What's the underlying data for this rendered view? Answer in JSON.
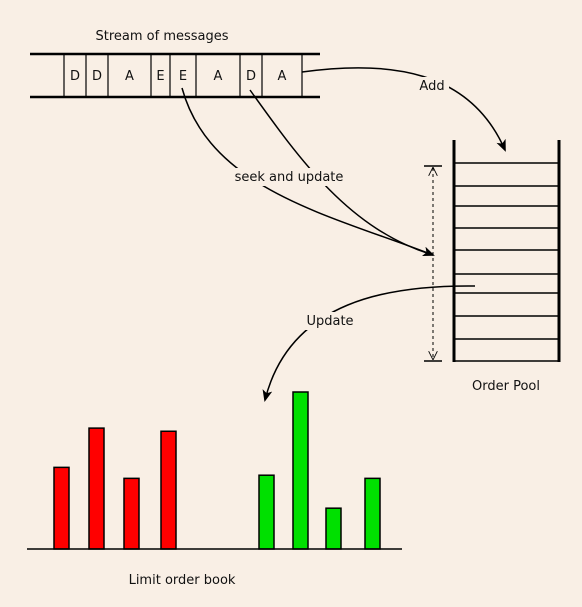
{
  "stream": {
    "title": "Stream of messages",
    "messages": [
      "D",
      "D",
      "A",
      "E",
      "E",
      "A",
      "D",
      "A"
    ]
  },
  "labels": {
    "add": "Add",
    "seek": "seek and update",
    "update": "Update",
    "order_pool": "Order Pool",
    "order_book": "Limit order book"
  },
  "order_book": {
    "bid_color": "#ff0000",
    "ask_color": "#00e000",
    "bids": [
      0.52,
      0.77,
      0.45,
      0.75
    ],
    "asks": [
      0.47,
      1.0,
      0.26,
      0.45
    ]
  },
  "colors": {
    "background": "#f9efe5",
    "stroke": "#000000"
  }
}
